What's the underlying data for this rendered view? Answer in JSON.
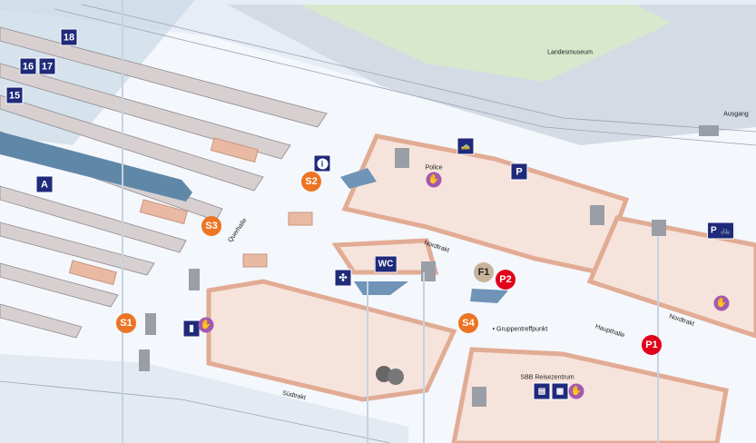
{
  "map": {
    "area_labels": {
      "landesmuseum": "Landesmuseum",
      "ausgang": "Ausgang",
      "querhalle": "Querhalle",
      "nordtrakt_1": "Nordtrakt",
      "nordtrakt_2": "Nordtrakt",
      "haupthalle": "Haupthalle",
      "suedtrakt": "Südtrakt",
      "police": "Police",
      "gruppentreffpunkt": "Gruppentreffpunkt",
      "sbb_reisezentrum": "SBB Reisezentrum"
    },
    "tracks": [
      "18",
      "16",
      "17",
      "15"
    ],
    "sector": "A",
    "markers": {
      "s1": "S1",
      "s2": "S2",
      "s3": "S3",
      "s4": "S4",
      "p1": "P1",
      "p2": "P2",
      "f1": "F1"
    },
    "icons": {
      "info": "i",
      "parking": "P",
      "parking_bike": "P",
      "wc": "WC"
    },
    "colors": {
      "s_marker": "#ec7423",
      "p_marker": "#e2001a",
      "f_marker": "#c8b49b",
      "service_square": "#1f2a7a",
      "assist_circle": "#a25ab0",
      "building": "#e8b9a4"
    }
  }
}
